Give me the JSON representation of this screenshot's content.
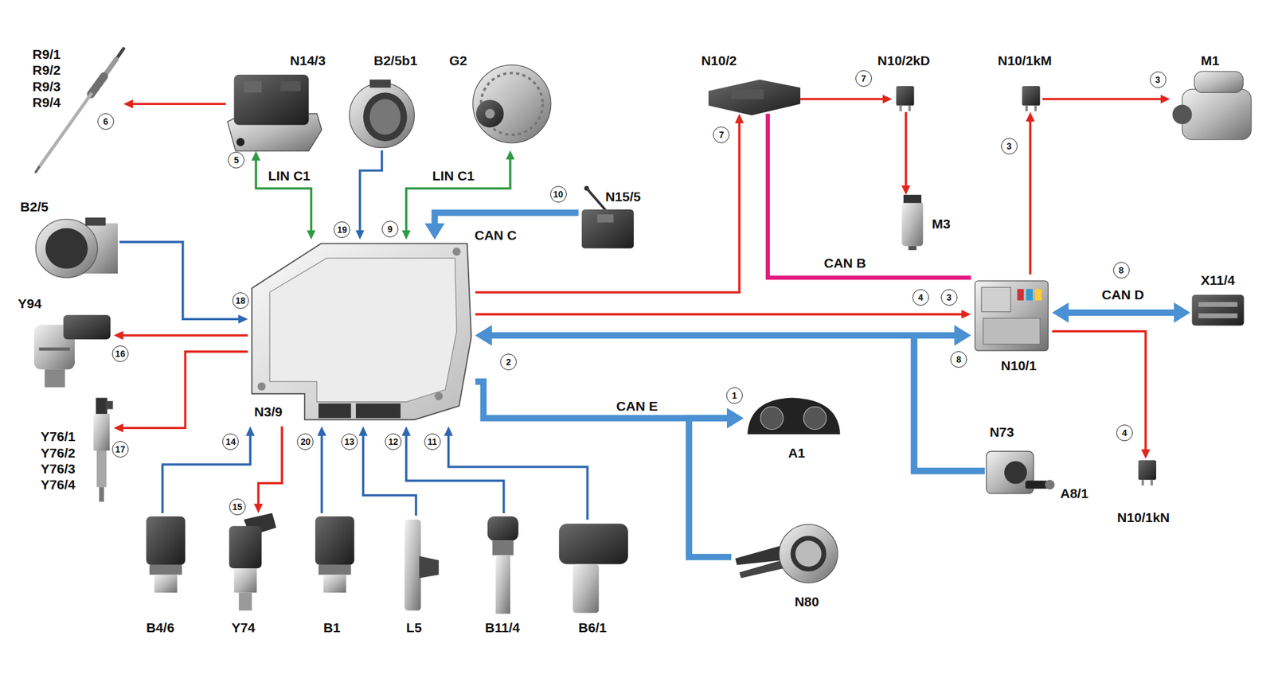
{
  "diagram": {
    "nodes": [
      {
        "text": [
          "R9/1 R9/2 R9/3 R9/4"
        ]
      },
      {
        "text": [
          "N14/3"
        ]
      },
      {
        "text": [
          "B2/5b1"
        ]
      },
      {
        "text": [
          "G2"
        ]
      },
      {
        "text": [
          "N10/2"
        ]
      },
      {
        "text": [
          "N10/2kD"
        ]
      },
      {
        "text": [
          "N10/1kM"
        ]
      },
      {
        "text": [
          "M1"
        ]
      },
      {
        "text": [
          "B2/5"
        ]
      },
      {
        "text": [
          "N15/5"
        ]
      },
      {
        "text": [
          "M3"
        ]
      },
      {
        "text": [
          "Y94"
        ]
      },
      {
        "text": [
          "N3/9"
        ]
      },
      {
        "text": [
          "N10/1"
        ]
      },
      {
        "text": [
          "X11/4"
        ]
      },
      {
        "text": [
          "Y76/1 Y76/2 Y76/3 Y76/4"
        ]
      },
      {
        "text": [
          "A1"
        ]
      },
      {
        "text": [
          "N73"
        ]
      },
      {
        "text": [
          "N10/1kN"
        ]
      },
      {
        "text": [
          "N80"
        ]
      },
      {
        "text": [
          "B4/6"
        ]
      },
      {
        "text": [
          "Y74"
        ]
      },
      {
        "text": [
          "B1"
        ]
      },
      {
        "text": [
          "L5"
        ]
      },
      {
        "text": [
          "B11/4"
        ]
      },
      {
        "text": [
          "B6/1"
        ]
      }
    ],
    "edges": [
      {
        "from": 1,
        "to": 0,
        "arrow": "to"
      },
      {
        "from": 12,
        "to": 1,
        "arrow": "both",
        "label": "LIN C1"
      },
      {
        "from": 2,
        "to": 12,
        "arrow": "to"
      },
      {
        "from": 12,
        "to": 3,
        "arrow": "both",
        "label": "LIN C1"
      },
      {
        "from": 9,
        "to": 12,
        "arrow": "to",
        "label": "CAN C"
      },
      {
        "from": 12,
        "to": 4,
        "arrow": "to"
      },
      {
        "from": 4,
        "to": 5,
        "arrow": "to"
      },
      {
        "from": 5,
        "to": 10,
        "arrow": "to"
      },
      {
        "from": 4,
        "to": 13,
        "arrow": "none",
        "label": "CAN B"
      },
      {
        "from": 12,
        "to": 13,
        "arrow": "to"
      },
      {
        "from": 12,
        "to": 13,
        "arrow": "both"
      },
      {
        "from": 17,
        "to": 12,
        "arrow": "to"
      },
      {
        "from": 17,
        "to": 13,
        "arrow": "to"
      },
      {
        "from": 13,
        "to": 6,
        "arrow": "to"
      },
      {
        "from": 6,
        "to": 7,
        "arrow": "to"
      },
      {
        "from": 13,
        "to": 14,
        "arrow": "both",
        "label": "CAN D"
      },
      {
        "from": 13,
        "to": 18,
        "arrow": "to"
      },
      {
        "from": 8,
        "to": 12,
        "arrow": "to"
      },
      {
        "from": 12,
        "to": 11,
        "arrow": "to"
      },
      {
        "from": 12,
        "to": 15,
        "arrow": "to"
      },
      {
        "from": 12,
        "to": 16,
        "arrow": "to",
        "label": "CAN E"
      },
      {
        "from": 19,
        "to": 16,
        "arrow": "to"
      },
      {
        "from": 20,
        "to": 12,
        "arrow": "to"
      },
      {
        "from": 12,
        "to": 21,
        "arrow": "to"
      },
      {
        "from": 22,
        "to": 12,
        "arrow": "to"
      },
      {
        "from": 23,
        "to": 12,
        "arrow": "to"
      },
      {
        "from": 24,
        "to": 12,
        "arrow": "to"
      },
      {
        "from": 25,
        "to": 12,
        "arrow": "to"
      }
    ],
    "labels": [
      "6",
      "5",
      "19",
      "9",
      "10",
      "7",
      "7",
      "3",
      "3",
      "18",
      "16",
      "17",
      "4",
      "3",
      "8",
      "2",
      "8",
      "1",
      "14",
      "15",
      "20",
      "13",
      "12",
      "11",
      "4",
      "A8/1"
    ]
  }
}
